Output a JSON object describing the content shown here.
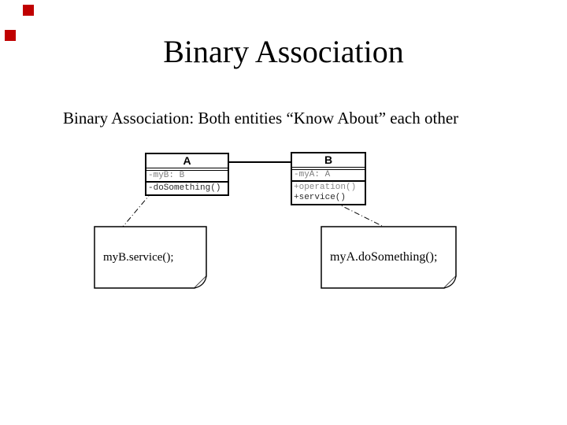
{
  "slide": {
    "title": "Binary Association",
    "subtitle": "Binary Association: Both entities “Know About” each other"
  },
  "decor": {
    "square_color": "#c00000",
    "square_count": 2
  },
  "diagram": {
    "class_a": {
      "name": "A",
      "attributes": [
        "-myB: B"
      ],
      "operations": [
        "-doSomething()"
      ]
    },
    "class_b": {
      "name": "B",
      "attributes": [
        "-myA: A"
      ],
      "operations": [
        "+operation()",
        "+service()"
      ]
    },
    "association": {
      "type": "binary association",
      "line_style": "solid"
    },
    "note_a": "myB.service();",
    "note_b": "myA.doSomething();",
    "note_anchor_line_style": "dash-dot"
  }
}
